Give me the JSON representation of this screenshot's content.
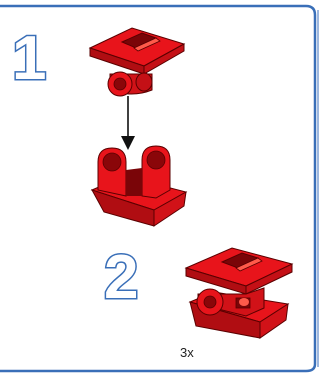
{
  "steps": [
    {
      "number": "1"
    },
    {
      "number": "2"
    }
  ],
  "multiplier": "3x",
  "colors": {
    "part": "#e8141b",
    "part_dark": "#a80c10",
    "part_light": "#ff5a4a",
    "frame_border": "#3a6fb8",
    "number_outline": "#3a6fb8",
    "arrow": "#111111"
  },
  "icons": [
    "hinge-top-part-icon",
    "hinge-base-part-icon",
    "assembled-hinge-part-icon",
    "down-arrow-icon"
  ]
}
